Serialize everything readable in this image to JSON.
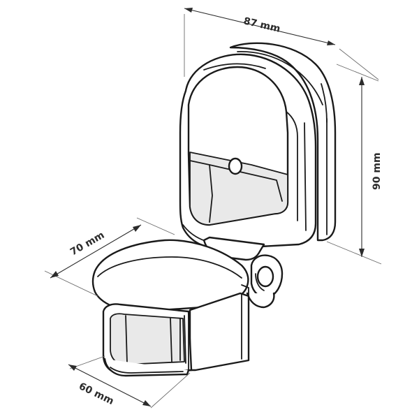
{
  "dimensions": {
    "width_top": "87 mm",
    "height": "90 mm",
    "depth_sensor": "70 mm",
    "width_sensor": "60 mm"
  }
}
